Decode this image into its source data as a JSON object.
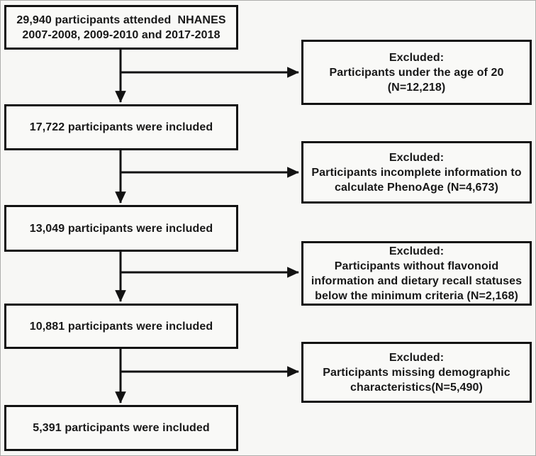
{
  "figure": {
    "type": "participant-selection-flowchart",
    "colors": {
      "box_border": "#121212",
      "arrow": "#121212",
      "text": "#181818",
      "background": "#f7f7f5"
    },
    "included_boxes": [
      {
        "name": "nhanes-attended",
        "lines": [
          "29,940 participants attended  NHANES",
          "2007-2008, 2009-2010 and 2017-2018"
        ]
      },
      {
        "name": "included-17722",
        "lines": [
          "17,722 participants were included"
        ]
      },
      {
        "name": "included-13049",
        "lines": [
          "13,049 participants were included"
        ]
      },
      {
        "name": "included-10881",
        "lines": [
          "10,881 participants were included"
        ]
      },
      {
        "name": "included-5391",
        "lines": [
          "5,391 participants were included"
        ]
      }
    ],
    "excluded_boxes": [
      {
        "name": "excluded-under-age-20",
        "lines": [
          "Excluded:",
          "Participants under the age of 20",
          "(N=12,218)"
        ]
      },
      {
        "name": "excluded-phenoage-info",
        "lines": [
          "Excluded:",
          "Participants incomplete information to",
          "calculate PhenoAge (N=4,673)"
        ]
      },
      {
        "name": "excluded-flavonoid-dietary",
        "lines": [
          "Excluded:",
          "Participants without flavonoid",
          "information and dietary recall statuses",
          "below the minimum criteria (N=2,168)"
        ]
      },
      {
        "name": "excluded-demographic",
        "lines": [
          "Excluded:",
          "Participants missing demographic",
          "characteristics(N=5,490)"
        ]
      }
    ]
  }
}
